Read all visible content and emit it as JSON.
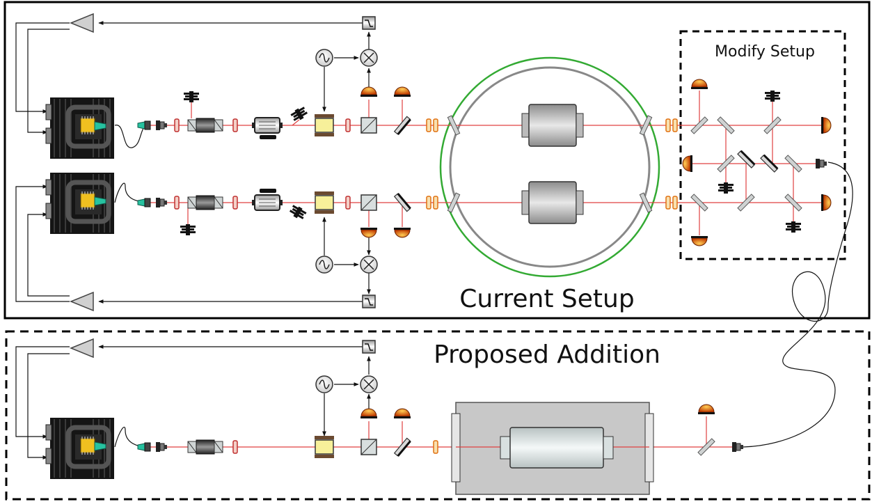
{
  "labels": {
    "current_setup": "Current Setup",
    "proposed_addition": "Proposed Addition",
    "modify_setup": "Modify Setup"
  },
  "colors": {
    "beam": "#e04040",
    "ring": "#33aa33",
    "detector": "#e07010",
    "laser_body": "#151515",
    "chip": "#f0c020",
    "fiber_tip": "#27c2a0",
    "isolator": "#404040",
    "yellow_block": "#f7f09a"
  },
  "icons": [
    "laser-icon",
    "amplifier-icon",
    "filter-icon",
    "mixer-icon",
    "oscillator-icon",
    "photodetector-icon",
    "mirror-icon",
    "beam-splitter-icon",
    "fiber-coupler-icon",
    "waveplate-icon",
    "isolator-icon",
    "modulator-icon",
    "eom-icon",
    "beam-dump-icon",
    "vacuum-chamber-icon",
    "cavity-icon"
  ]
}
